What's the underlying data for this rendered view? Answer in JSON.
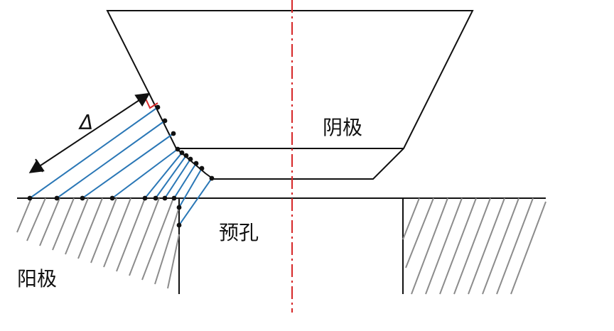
{
  "labels": {
    "cathode": "阴极",
    "anode": "阳极",
    "prehole": "预孔",
    "delta": "Δ"
  },
  "colors": {
    "outline": "#111111",
    "hatch": "#8c8c8c",
    "flow_lines": "#2a77b6",
    "centerline": "#d62728",
    "right_angle_mark": "#d62728",
    "points": "#111111"
  },
  "symbols": {
    "delta_arrow": "double-headed-arrow",
    "right_angle": "right-angle-mark",
    "centerline": "dash-dot-centerline"
  }
}
